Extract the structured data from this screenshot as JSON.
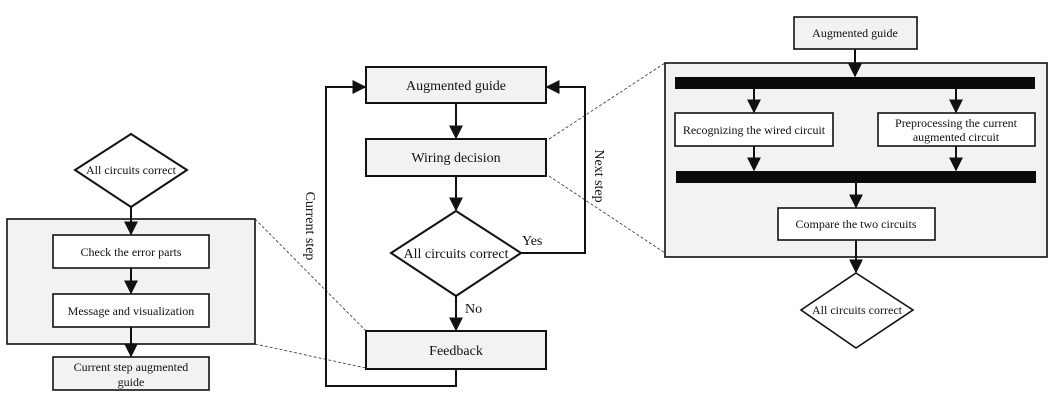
{
  "left_section": {
    "decision": "All circuits correct",
    "panel_steps": [
      "Check the error parts",
      "Message and visualization"
    ],
    "output": [
      "Current step augmented",
      "guide"
    ]
  },
  "center_section": {
    "augmented_guide": "Augmented guide",
    "wiring_decision": "Wiring decision",
    "decision": "All circuits correct",
    "yes_label": "Yes",
    "no_label": "No",
    "feedback": "Feedback",
    "current_step_label": "Current step",
    "next_step_label": "Next step"
  },
  "right_section": {
    "augmented_guide": "Augmented guide",
    "recognizing": "Recognizing the wired circuit",
    "preprocessing": [
      "Preprocessing the current",
      "augmented circuit"
    ],
    "compare": "Compare the two circuits",
    "decision": "All circuits correct"
  },
  "colors": {
    "box_fill": "#f2f2f2",
    "panel_fill": "#f2f2f2",
    "white_box": "#ffffff",
    "stroke": "#111111",
    "bar": "#0a0a0a"
  }
}
